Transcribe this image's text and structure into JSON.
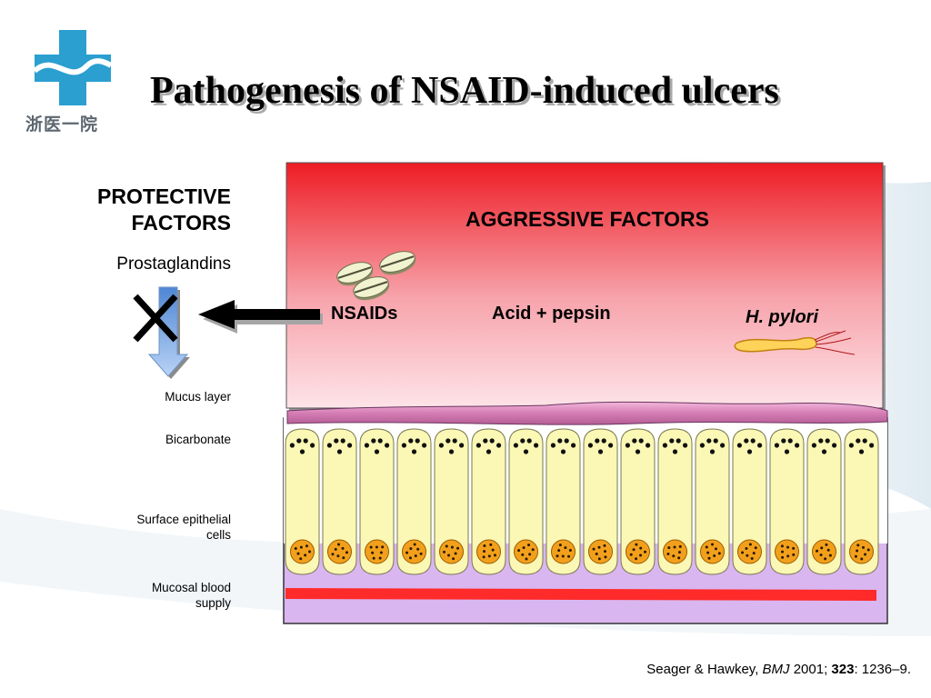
{
  "slide": {
    "title": "Pathogenesis of NSAID-induced ulcers",
    "logo_text": "浙医一院"
  },
  "protective": {
    "title_line1": "PROTECTIVE",
    "title_line2": "FACTORS",
    "prostaglandins": "Prostaglandins",
    "layers": [
      {
        "line1": "Mucus layer",
        "line2": ""
      },
      {
        "line1": "Bicarbonate",
        "line2": ""
      },
      {
        "line1": "Surface epithelial",
        "line2": "cells"
      },
      {
        "line1": "Mucosal blood",
        "line2": "supply"
      }
    ]
  },
  "aggressive": {
    "title": "AGGRESSIVE FACTORS",
    "nsaids": "NSAIDs",
    "acid": "Acid + pepsin",
    "hpylori": "H. pylori"
  },
  "citation": {
    "authors": "Seager & Hawkey, ",
    "journal": "BMJ",
    "year": " 2001; ",
    "volume": "323",
    "pages": ": 1236–9."
  },
  "colors": {
    "logo": "#2a9fd0",
    "aggressive_top": "#ee1c24",
    "mucus": "#d47cb3",
    "cells": "#fbf7b5",
    "nuclei": "#f2a01c",
    "blood_vessel": "#ff2a2a",
    "lamina": "#d9b6f0",
    "inhibit_arrow": "#7bb2ec"
  },
  "icons": [
    "logo-cross-icon",
    "inhibition-x-icon",
    "pill-icon",
    "bacterium-icon"
  ]
}
